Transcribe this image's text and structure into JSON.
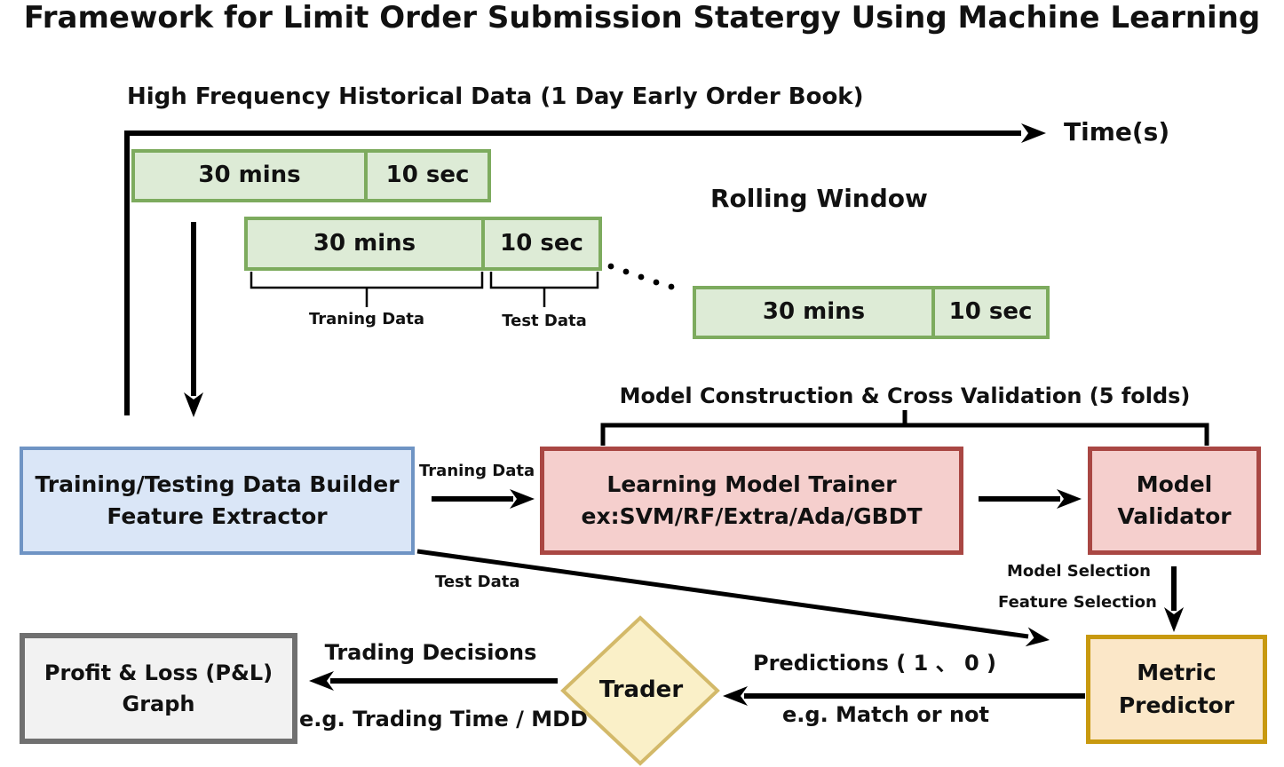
{
  "title": "Framework for Limit Order Submission Statergy Using Machine Learning",
  "timeline": {
    "header": "High Frequency Historical Data (1 Day Early Order Book)",
    "axis_label": "Time(s)",
    "rolling_window_label": "Rolling Window",
    "windows": [
      {
        "train": "30 mins",
        "test": "10 sec"
      },
      {
        "train": "30 mins",
        "test": "10 sec"
      },
      {
        "train": "30 mins",
        "test": "10 sec"
      }
    ],
    "training_brace_label": "Traning Data",
    "test_brace_label": "Test Data"
  },
  "nodes": {
    "data_builder": {
      "line1": "Training/Testing Data Builder",
      "line2": "Feature Extractor"
    },
    "model_trainer": {
      "line1": "Learning Model Trainer",
      "line2": "ex:SVM/RF/Extra/Ada/GBDT"
    },
    "model_validator": {
      "line1": "Model",
      "line2": "Validator"
    },
    "metric_predictor": {
      "line1": "Metric",
      "line2": "Predictor"
    },
    "trader": {
      "label": "Trader"
    },
    "pnl": {
      "line1": "Profit & Loss (P&L)",
      "line2": "Graph"
    }
  },
  "labels": {
    "cross_validation": "Model Construction & Cross Validation (5 folds)",
    "training_data_arrow": "Traning Data",
    "test_data_arrow": "Test Data",
    "model_selection": "Model Selection",
    "feature_selection": "Feature Selection",
    "trading_decisions": "Trading Decisions",
    "trading_example": "e.g. Trading Time / MDD",
    "predictions": "Predictions ( 1 、 0 )",
    "predictions_example": "e.g. Match or not"
  },
  "colors": {
    "window_fill": "#ddebd6",
    "window_border": "#7dab5e",
    "builder_fill": "#dae6f7",
    "builder_border": "#6f94c4",
    "trainer_fill": "#f5cfcd",
    "trainer_border": "#a94743",
    "metric_fill": "#fbe7c8",
    "metric_border": "#c8990f",
    "trader_fill": "#faf0c8",
    "trader_border": "#d3b969",
    "pnl_fill": "#f2f2f2",
    "pnl_border": "#707070",
    "line_color": "#000000"
  }
}
